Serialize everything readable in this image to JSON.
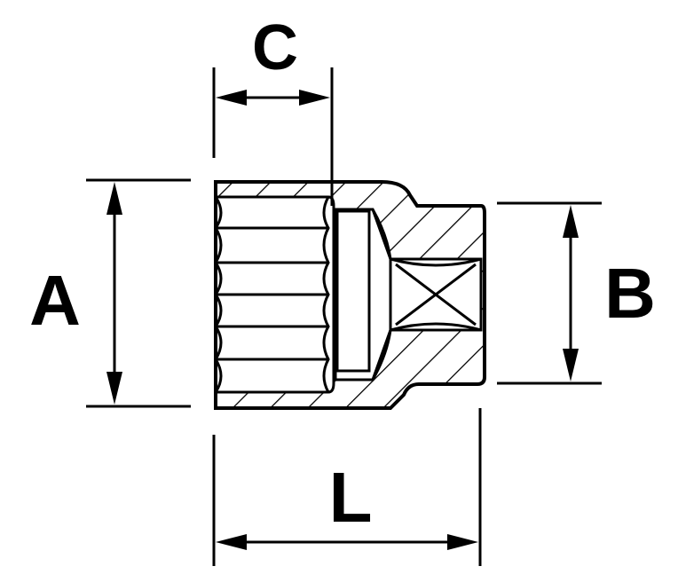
{
  "diagram": {
    "labels": {
      "a": "A",
      "b": "B",
      "c": "C",
      "l": "L"
    },
    "colors": {
      "ink": "#000000",
      "paper": "#ffffff"
    }
  }
}
